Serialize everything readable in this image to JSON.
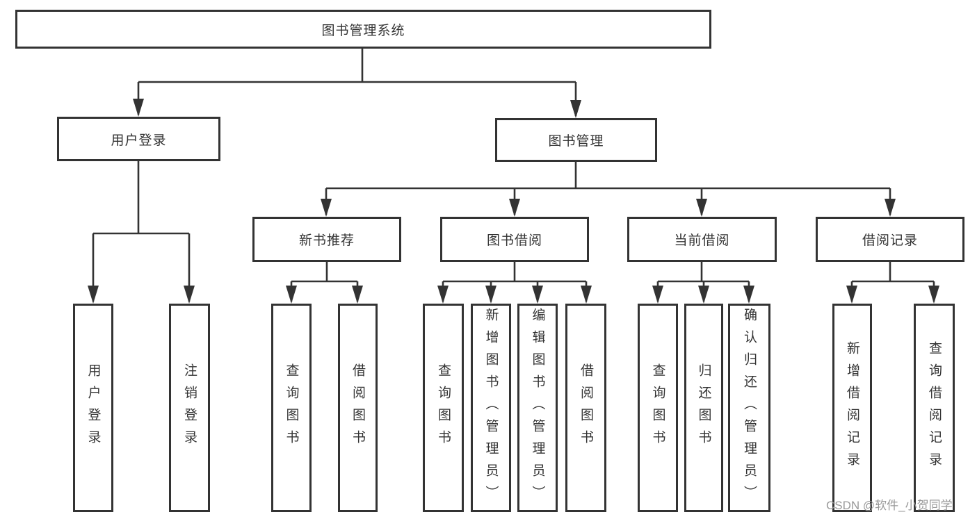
{
  "diagram": {
    "title": "图书管理系统",
    "root": {
      "label": "图书管理系统"
    },
    "branches": {
      "user_login": {
        "label": "用户登录",
        "children": {
          "login": {
            "label": "用户登录"
          },
          "logout": {
            "label": "注销登录"
          }
        }
      },
      "book_mgmt": {
        "label": "图书管理",
        "sections": {
          "new_books": {
            "label": "新书推荐",
            "children": {
              "query": {
                "label": "查询图书"
              },
              "borrow": {
                "label": "借阅图书"
              }
            }
          },
          "borrowing": {
            "label": "图书借阅",
            "children": {
              "query": {
                "label": "查询图书"
              },
              "add": {
                "label": "新增图书（管理员）"
              },
              "edit": {
                "label": "编辑图书（管理员）"
              },
              "borrow": {
                "label": "借阅图书"
              }
            }
          },
          "current": {
            "label": "当前借阅",
            "children": {
              "query": {
                "label": "查询图书"
              },
              "return": {
                "label": "归还图书"
              },
              "confirm": {
                "label": "确认归还（管理员）"
              }
            }
          },
          "records": {
            "label": "借阅记录",
            "children": {
              "add": {
                "label": "新增借阅记录"
              },
              "query": {
                "label": "查询借阅记录"
              }
            }
          }
        }
      }
    }
  },
  "watermark": {
    "text": "CSDN @软件_小贺同学"
  },
  "colors": {
    "line": "#333333",
    "box_border": "#333333",
    "box_fill": "#ffffff",
    "text": "#333333",
    "watermark": "#999999",
    "background": "#ffffff"
  }
}
